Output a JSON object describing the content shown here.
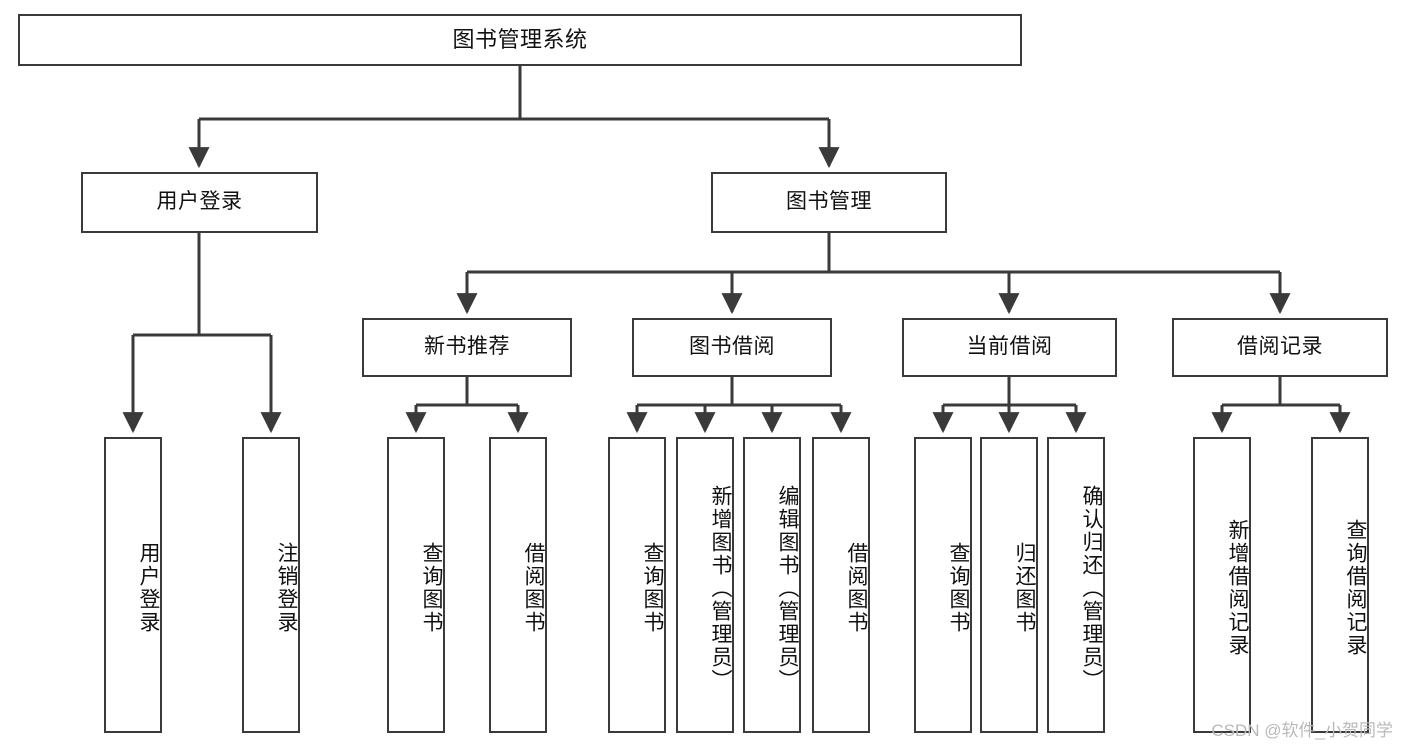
{
  "diagram": {
    "type": "tree",
    "title": "图书管理系统",
    "root": {
      "label": "图书管理系统"
    },
    "level2": [
      {
        "label": "用户登录"
      },
      {
        "label": "图书管理"
      }
    ],
    "level3": [
      {
        "label": "新书推荐"
      },
      {
        "label": "图书借阅"
      },
      {
        "label": "当前借阅"
      },
      {
        "label": "借阅记录"
      }
    ],
    "leaves": {
      "user_login": [
        {
          "label": "用户登录"
        },
        {
          "label": "注销登录"
        }
      ],
      "new_book_recommend": [
        {
          "label": "查询图书"
        },
        {
          "label": "借阅图书"
        }
      ],
      "book_borrow": [
        {
          "label": "查询图书"
        },
        {
          "label": "新增图书（管理员）"
        },
        {
          "label": "编辑图书（管理员）"
        },
        {
          "label": "借阅图书"
        }
      ],
      "current_borrow": [
        {
          "label": "查询图书"
        },
        {
          "label": "归还图书"
        },
        {
          "label": "确认归还（管理员）"
        }
      ],
      "borrow_record": [
        {
          "label": "新增借阅记录"
        },
        {
          "label": "查询借阅记录"
        }
      ]
    },
    "watermark": "CSDN @软件_小贺同学",
    "colors": {
      "stroke": "#3a3a3a",
      "fill": "#ffffff",
      "text": "#111111",
      "watermark": "#b9b9b9"
    }
  }
}
